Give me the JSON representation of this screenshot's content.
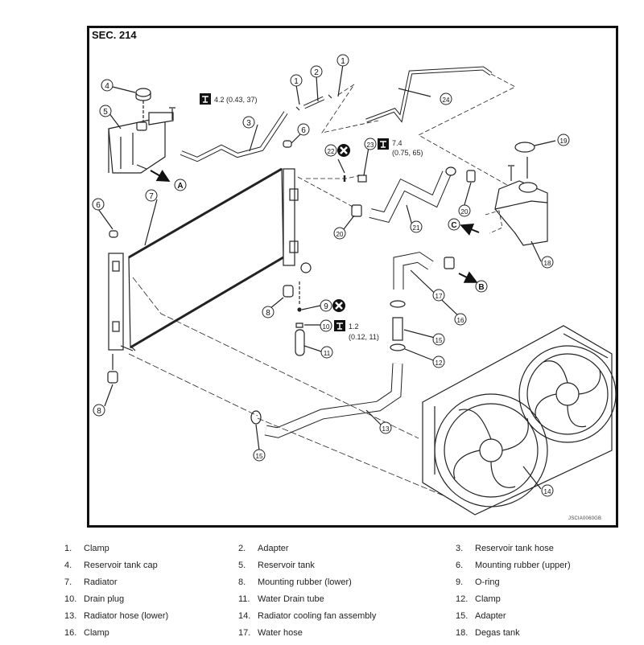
{
  "section": "SEC. 214",
  "image_code": "JSCIA0060GB",
  "torque_specs": [
    {
      "part": 5,
      "value": "4.2 (0.43, 37)"
    },
    {
      "part": 23,
      "value": "7.4",
      "units": "(0.75, 65)"
    },
    {
      "part": 10,
      "value": "1.2",
      "units": "(0.12, 11)"
    }
  ],
  "view_markers": [
    "A",
    "B",
    "C"
  ],
  "callouts": {
    "c1a": "1",
    "c1b": "1",
    "c2": "2",
    "c3": "3",
    "c4": "4",
    "c5": "5",
    "c6a": "6",
    "c6b": "6",
    "c7": "7",
    "c8a": "8",
    "c8b": "8",
    "c9": "9",
    "c10": "10",
    "c11": "11",
    "c12": "12",
    "c13": "13",
    "c14": "14",
    "c15": "15",
    "c16": "16",
    "c17": "17",
    "c18": "18",
    "c19": "19",
    "c20": "20",
    "c21": "21",
    "c22": "22",
    "c23": "23",
    "c24": "24"
  },
  "legend": [
    [
      {
        "num": "1.",
        "label": "Clamp"
      },
      {
        "num": "2.",
        "label": "Adapter"
      },
      {
        "num": "3.",
        "label": "Reservoir tank hose"
      }
    ],
    [
      {
        "num": "4.",
        "label": "Reservoir tank cap"
      },
      {
        "num": "5.",
        "label": "Reservoir tank"
      },
      {
        "num": "6.",
        "label": "Mounting rubber (upper)"
      }
    ],
    [
      {
        "num": "7.",
        "label": "Radiator"
      },
      {
        "num": "8.",
        "label": "Mounting rubber (lower)"
      },
      {
        "num": "9.",
        "label": "O-ring"
      }
    ],
    [
      {
        "num": "10.",
        "label": "Drain plug"
      },
      {
        "num": "11.",
        "label": "Water Drain tube"
      },
      {
        "num": "12.",
        "label": "Clamp"
      }
    ],
    [
      {
        "num": "13.",
        "label": "Radiator hose (lower)"
      },
      {
        "num": "14.",
        "label": "Radiator cooling fan assembly"
      },
      {
        "num": "15.",
        "label": "Adapter"
      }
    ],
    [
      {
        "num": "16.",
        "label": "Clamp"
      },
      {
        "num": "17.",
        "label": "Water hose"
      },
      {
        "num": "18.",
        "label": "Degas tank"
      }
    ]
  ]
}
